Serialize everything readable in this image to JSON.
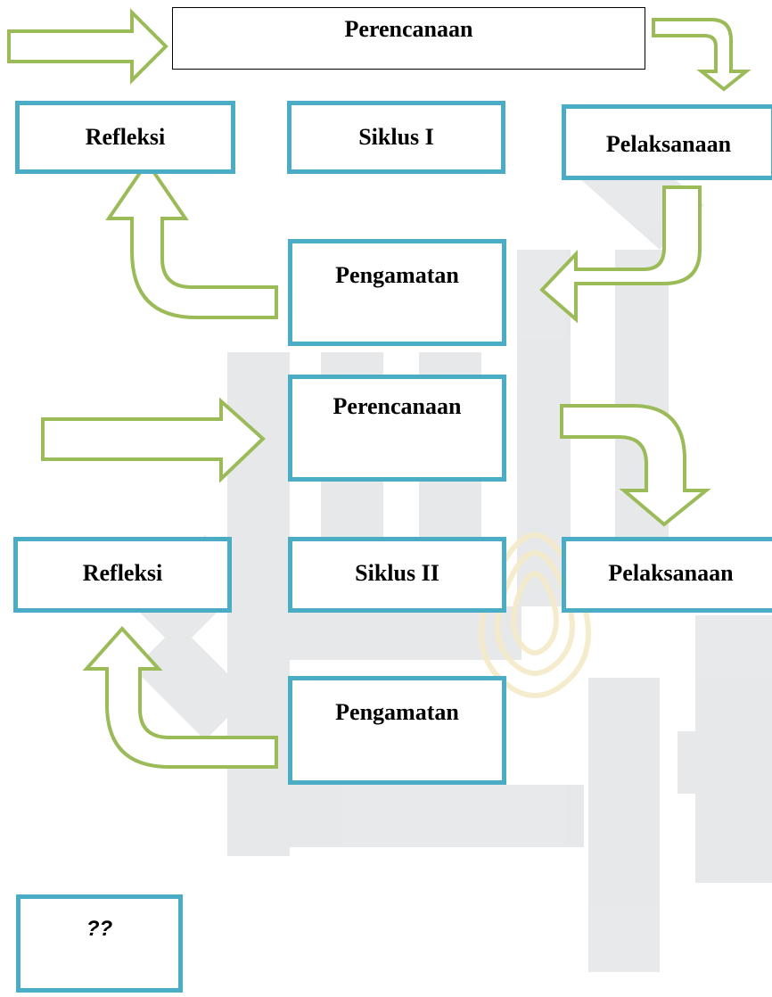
{
  "colors": {
    "box_border": "#4bacc6",
    "arrow_stroke": "#9bbb59",
    "arrow_fill": "#ffffff",
    "watermark": "#dfe1e3",
    "watermark_accent": "#f5ebc9"
  },
  "cycle_1": {
    "plan": "Perencanaan",
    "act": "Pelaksanaan",
    "observe": "Pengamatan",
    "reflect": "Refleksi",
    "cycle": "Siklus I"
  },
  "cycle_2": {
    "plan": "Perencanaan",
    "act": "Pelaksanaan",
    "observe": "Pengamatan",
    "reflect": "Refleksi",
    "cycle": "Siklus II"
  },
  "next": "??"
}
